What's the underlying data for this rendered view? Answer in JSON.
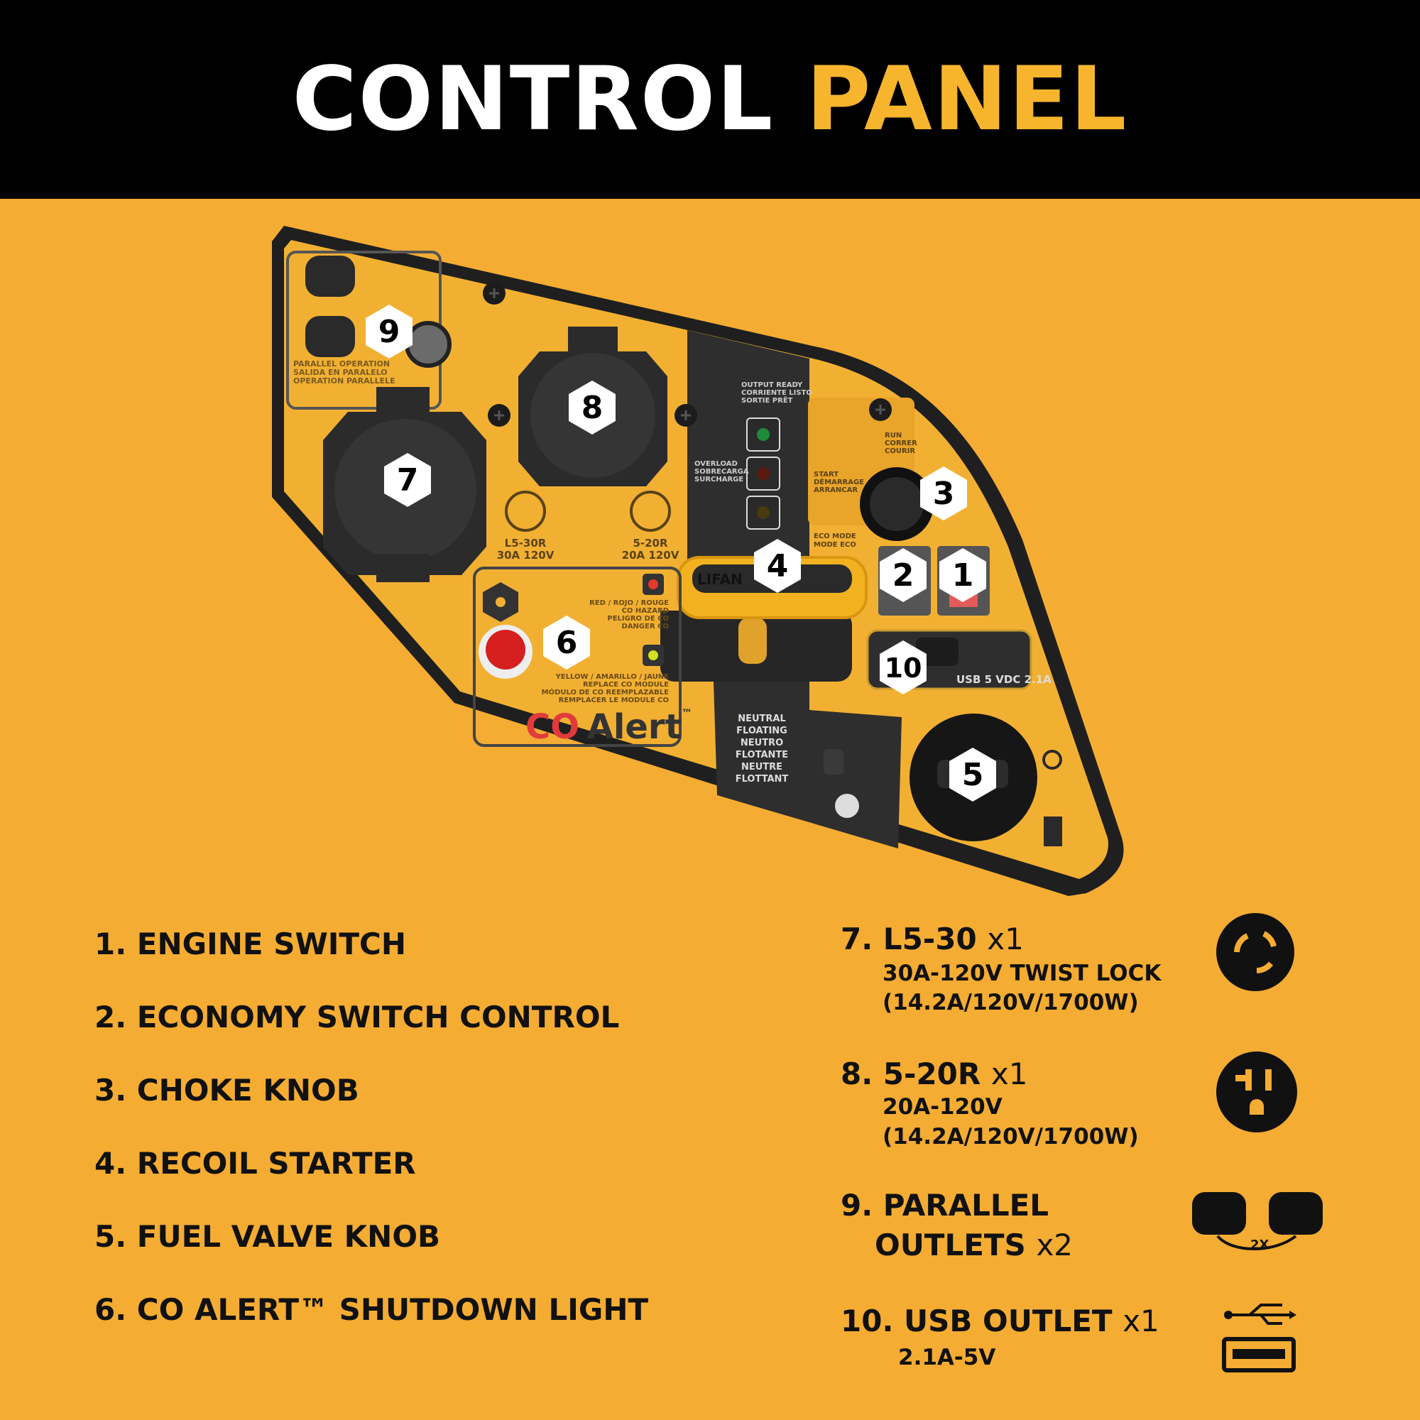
{
  "header": {
    "title_part1": "CONTROL",
    "title_part2": "PANEL"
  },
  "colors": {
    "background": "#F4AC33",
    "header": "#000000",
    "title_accent": "#F7B52E",
    "panel_dark": "#2E2E2E",
    "co_red": "#E23B3B"
  },
  "panel": {
    "callouts": [
      "1",
      "2",
      "3",
      "4",
      "5",
      "6",
      "7",
      "8",
      "9",
      "10"
    ],
    "parallel_label": [
      "PARALLEL OPERATION",
      "SALIDA EN PARALELO",
      "OPERATION PARALLELE"
    ],
    "outlet_l5": [
      "L5-30R",
      "30A 120V"
    ],
    "outlet_520": [
      "5-20R",
      "20A 120V"
    ],
    "output_ready": [
      "OUTPUT READY",
      "CORRIENTE LISTO",
      "SORTIE PRÊT"
    ],
    "overload": [
      "OVERLOAD",
      "SOBRECARGA",
      "SURCHARGE"
    ],
    "run": [
      "RUN",
      "CORRER",
      "COURIR"
    ],
    "start": [
      "START",
      "DÉMARRAGE",
      "ARRANCAR"
    ],
    "eco_mode": [
      "ECO MODE",
      "MODE ECO"
    ],
    "co_red": [
      "RED / ROJO / ROUGE",
      "CO HAZARD",
      "PELIGRO DE CO",
      "DANGER CO"
    ],
    "co_yellow": [
      "YELLOW / AMARILLO / JAUNE",
      "REPLACE CO MODULE",
      "MÓDULO DE CO REEMPLAZABLE",
      "REMPLACER LE MODULE CO"
    ],
    "co_alert_co": "CO",
    "co_alert_word": "Alert",
    "tm": "™",
    "neutral": [
      "NEUTRAL",
      "FLOATING",
      "NEUTRO",
      "FLOTANTE",
      "NEUTRE",
      "FLOTTANT"
    ],
    "usb_label": "USB 5 VDC 2.1A",
    "handle_brand": "LIFAN"
  },
  "legend_left": [
    "1. ENGINE SWITCH",
    "2. ECONOMY SWITCH CONTROL",
    "3. CHOKE KNOB",
    "4. RECOIL STARTER",
    "5. FUEL VALVE KNOB",
    "6. CO ALERT™ SHUTDOWN LIGHT"
  ],
  "legend_right": [
    {
      "title": "7. L5-30",
      "qty": "x1",
      "lines": [
        "30A-120V TWIST LOCK",
        "(14.2A/120V/1700W)"
      ],
      "icon": "twist-lock-outlet-icon"
    },
    {
      "title": "8. 5-20R",
      "qty": "x1",
      "lines": [
        "20A-120V",
        "(14.2A/120V/1700W)"
      ],
      "icon": "household-outlet-icon"
    },
    {
      "title": "9. PARALLEL",
      "title2": "OUTLETS",
      "qty": "x2",
      "icon_label": "2X",
      "icon": "parallel-generators-icon"
    },
    {
      "title": "10. USB OUTLET",
      "qty": "x1",
      "lines": [
        "2.1A-5V"
      ],
      "icon": "usb-icon"
    }
  ]
}
